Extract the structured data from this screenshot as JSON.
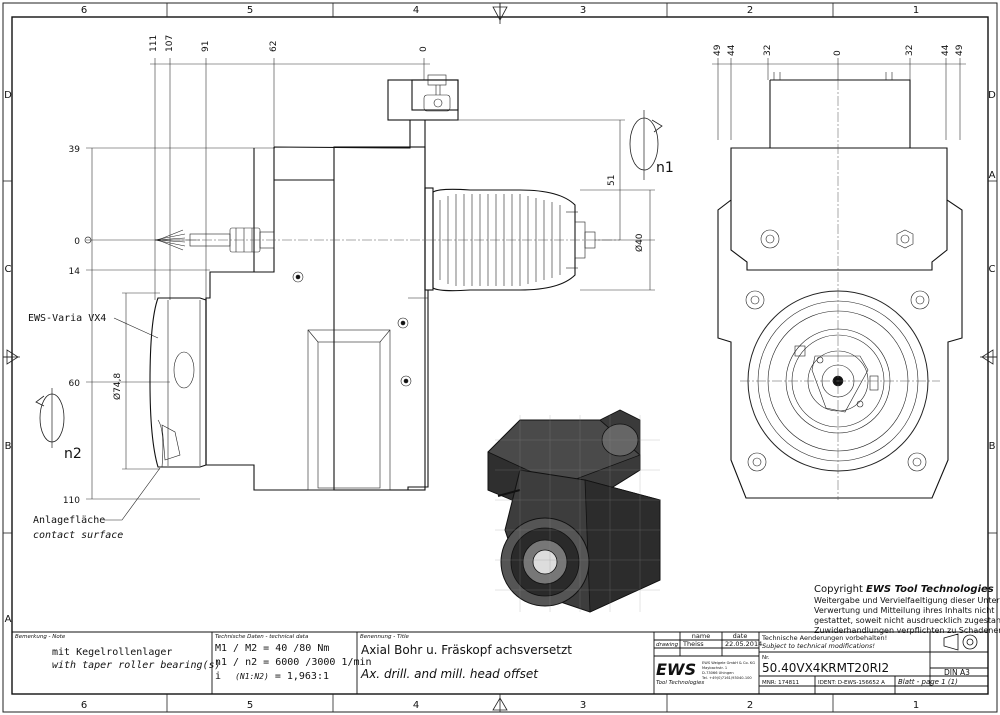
{
  "zone_columns_top": [
    "6",
    "5",
    "4",
    "3",
    "2",
    "1"
  ],
  "zone_columns_bottom": [
    "6",
    "5",
    "4",
    "3",
    "2",
    "1"
  ],
  "zone_rows_left": [
    "D",
    "C",
    "B",
    "A"
  ],
  "zone_rows_right": [
    "D",
    "C",
    "B",
    "A"
  ],
  "side_view": {
    "top_dims": [
      "111",
      "107",
      "91",
      "62",
      "0"
    ],
    "left_dims": [
      "39",
      "0",
      "14",
      "60",
      "110"
    ],
    "dim_51": "51",
    "dim_phi40": "Ø40",
    "dim_phi74": "Ø74,8",
    "label_n1": "n1",
    "label_n2": "n2",
    "label_varia": "EWS-Varia VX4",
    "label_contact_de": "Anlagefläche",
    "label_contact_en": "contact surface"
  },
  "front_view": {
    "top_dims_left": [
      "49",
      "44",
      "32"
    ],
    "top_center": "0",
    "top_dims_right": [
      "32",
      "44",
      "49"
    ]
  },
  "copyright": {
    "prefix": "Copyright ",
    "brand": "EWS Tool Technologies",
    "lines": [
      "Weitergabe und Vervielfaeltigung dieser Unterlage,",
      "Verwertung und Mitteilung ihres Inhalts nicht",
      "gestattet, soweit nicht ausdruecklich zugestanden.",
      "Zuwiderhandlungen verpflichten zu Schadenersatz."
    ]
  },
  "title_block": {
    "note_header": "Bemerkung - Note",
    "note_de": "mit Kegelrollenlager",
    "note_en": "with taper roller bearing(s)",
    "tech_header": "Technische Daten - technical data",
    "tech_line1": "M1 / M2 = 40 /80  Nm",
    "tech_line2": "n1 / n2 = 6000 /3000  1/min",
    "tech_line3_a": "i",
    "tech_line3_b": "(N1:N2)",
    "tech_line3_c": "= 1,963:1",
    "title_header": "Benennung - Title",
    "title_de": "Axial Bohr u. Fräskopf achsversetzt",
    "title_en": "Ax. drill. and mill. head offset",
    "col_name": "name",
    "col_date": "date",
    "row_label": "drawing",
    "drawer": "Theiss",
    "draw_date": "22.05.2014",
    "logo": "EWS",
    "logo_sub": "Tool Technologies",
    "company_lines": [
      "EWS Weigele GmbH & Co. KG",
      "Maybachstr. 1",
      "D-73066 Uhingen",
      "Tel. +49(0)7161/93040-100"
    ],
    "changes_de": "Technische Aenderungen vorbehalten!",
    "changes_en": "Subject to technical modifications!",
    "nr_label": "Nr.",
    "part_no": "50.40VX4KRMT20RI2",
    "din": "DIN A3",
    "mnr": "MNR: 174811",
    "ident": "IDENT: D-EWS-156652 A",
    "sheet": "Blatt - page  1 (1)"
  }
}
